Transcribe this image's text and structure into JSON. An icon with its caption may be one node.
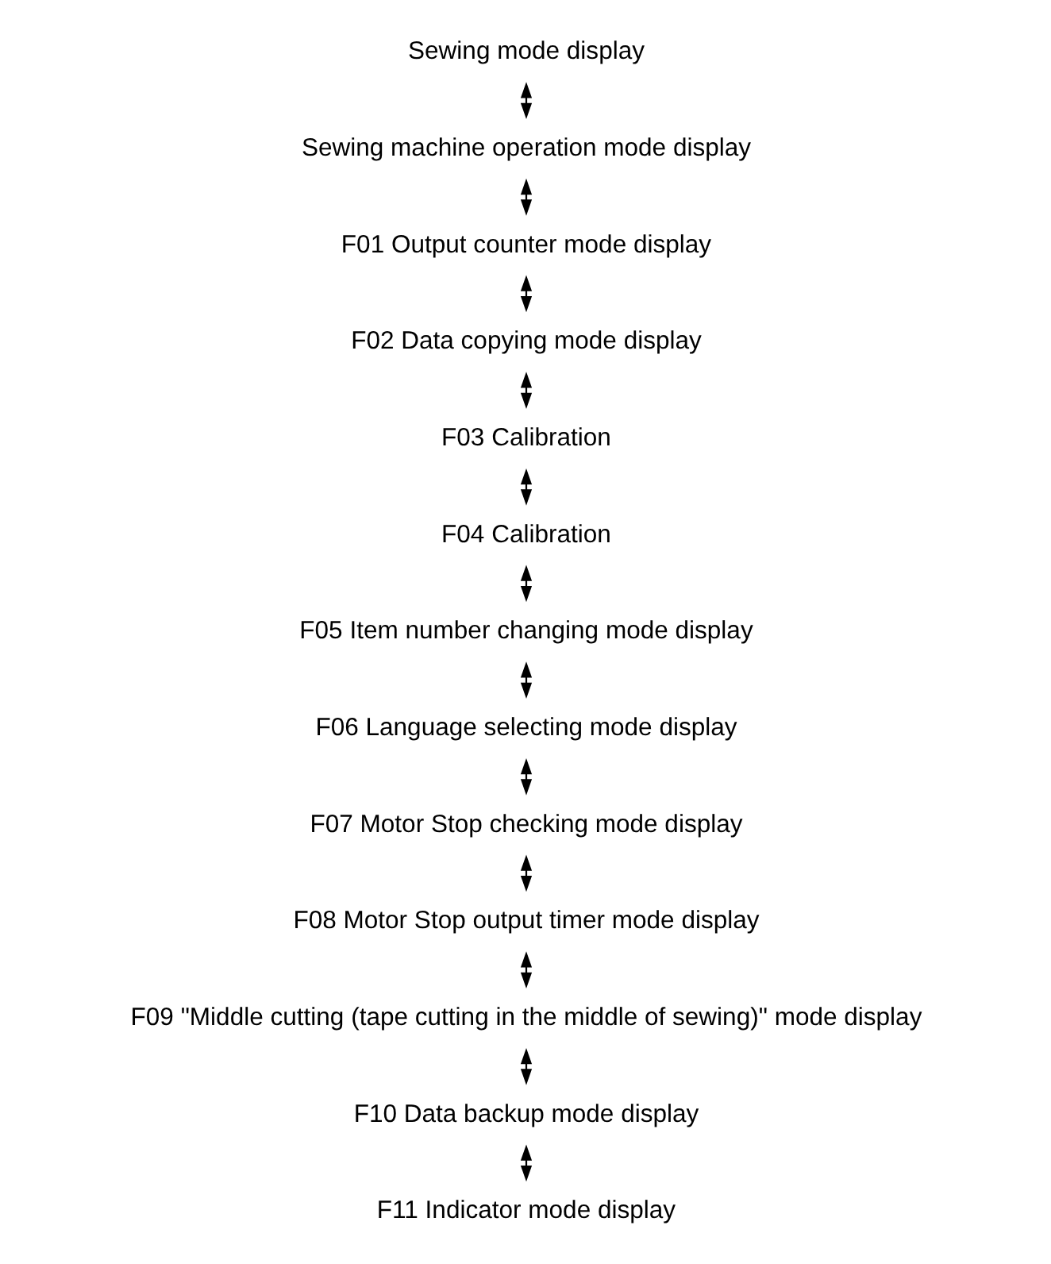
{
  "diagram": {
    "nodes": [
      {
        "text": [
          "Sewing mode display"
        ]
      },
      {
        "text": [
          "Sewing machine operation mode display"
        ]
      },
      {
        "text": [
          "F01 Output counter mode display"
        ]
      },
      {
        "text": [
          "F02 Data copying mode display"
        ]
      },
      {
        "text": [
          "F03 Calibration"
        ]
      },
      {
        "text": [
          "F04 Calibration"
        ]
      },
      {
        "text": [
          "F05 Item number changing mode display"
        ]
      },
      {
        "text": [
          "F06 Language selecting mode display"
        ]
      },
      {
        "text": [
          "F07 Motor Stop checking mode display"
        ]
      },
      {
        "text": [
          "F08 Motor Stop output timer mode display"
        ]
      },
      {
        "text": [
          "F09 \"Middle cutting (tape cutting in the middle of sewing)\" mode display"
        ]
      },
      {
        "text": [
          "F10 Data backup mode display"
        ]
      },
      {
        "text": [
          "F11 Indicator mode display"
        ]
      }
    ],
    "edges": [
      {
        "from": 0,
        "to": 1,
        "arrow": "both"
      },
      {
        "from": 1,
        "to": 2,
        "arrow": "both"
      },
      {
        "from": 2,
        "to": 3,
        "arrow": "both"
      },
      {
        "from": 3,
        "to": 4,
        "arrow": "both"
      },
      {
        "from": 4,
        "to": 5,
        "arrow": "both"
      },
      {
        "from": 5,
        "to": 6,
        "arrow": "both"
      },
      {
        "from": 6,
        "to": 7,
        "arrow": "both"
      },
      {
        "from": 7,
        "to": 8,
        "arrow": "both"
      },
      {
        "from": 8,
        "to": 9,
        "arrow": "both"
      },
      {
        "from": 9,
        "to": 10,
        "arrow": "both"
      },
      {
        "from": 10,
        "to": 11,
        "arrow": "both"
      },
      {
        "from": 11,
        "to": 12,
        "arrow": "both"
      }
    ]
  }
}
